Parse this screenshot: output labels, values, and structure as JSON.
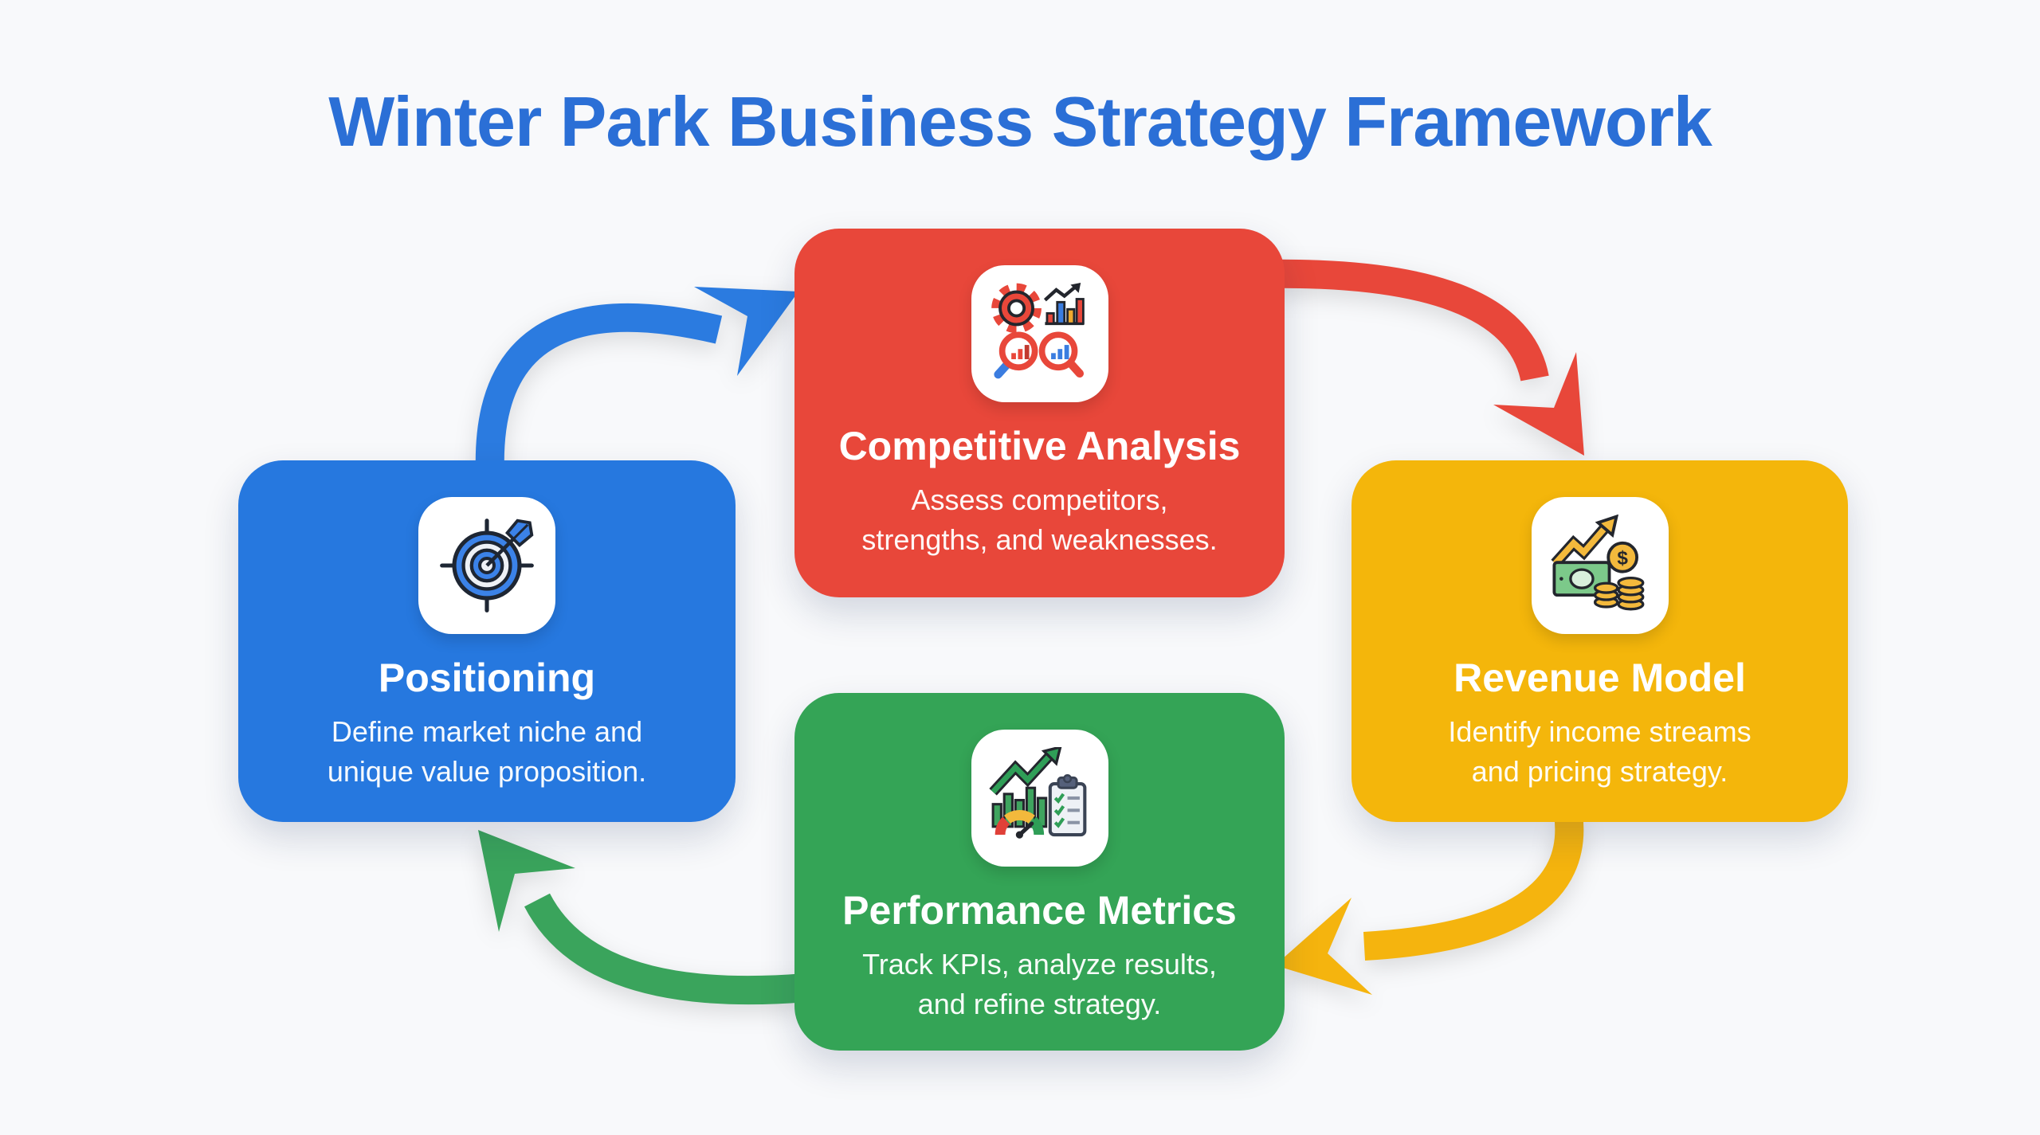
{
  "title": "Winter Park Business Strategy Framework",
  "colors": {
    "title": "#2B6FD6",
    "background": "#F8F9FB",
    "icon_tile": "#FFFFFF"
  },
  "nodes": [
    {
      "id": "positioning",
      "label": "Positioning",
      "desc_lines": [
        "Define market niche and",
        "unique value proposition."
      ],
      "color": "#2678DF",
      "icon": "target-icon"
    },
    {
      "id": "competitive-analysis",
      "label": "Competitive Analysis",
      "desc_lines": [
        "Assess competitors,",
        "strengths, and weaknesses."
      ],
      "color": "#E8473A",
      "icon": "competitive-analysis-icon"
    },
    {
      "id": "revenue-model",
      "label": "Revenue Model",
      "desc_lines": [
        "Identify income streams",
        "and pricing strategy."
      ],
      "color": "#F4B60B",
      "icon": "money-growth-icon"
    },
    {
      "id": "performance-metrics",
      "label": "Performance Metrics",
      "desc_lines": [
        "Track KPIs, analyze results,",
        "and refine strategy."
      ],
      "color": "#34A456",
      "icon": "metrics-gauge-icon"
    }
  ],
  "arrows": [
    {
      "from": "positioning",
      "to": "competitive-analysis",
      "color": "#2B7BE0"
    },
    {
      "from": "competitive-analysis",
      "to": "revenue-model",
      "color": "#E8473A"
    },
    {
      "from": "revenue-model",
      "to": "performance-metrics",
      "color": "#F5B40E"
    },
    {
      "from": "performance-metrics",
      "to": "positioning",
      "color": "#3AA45C"
    }
  ]
}
